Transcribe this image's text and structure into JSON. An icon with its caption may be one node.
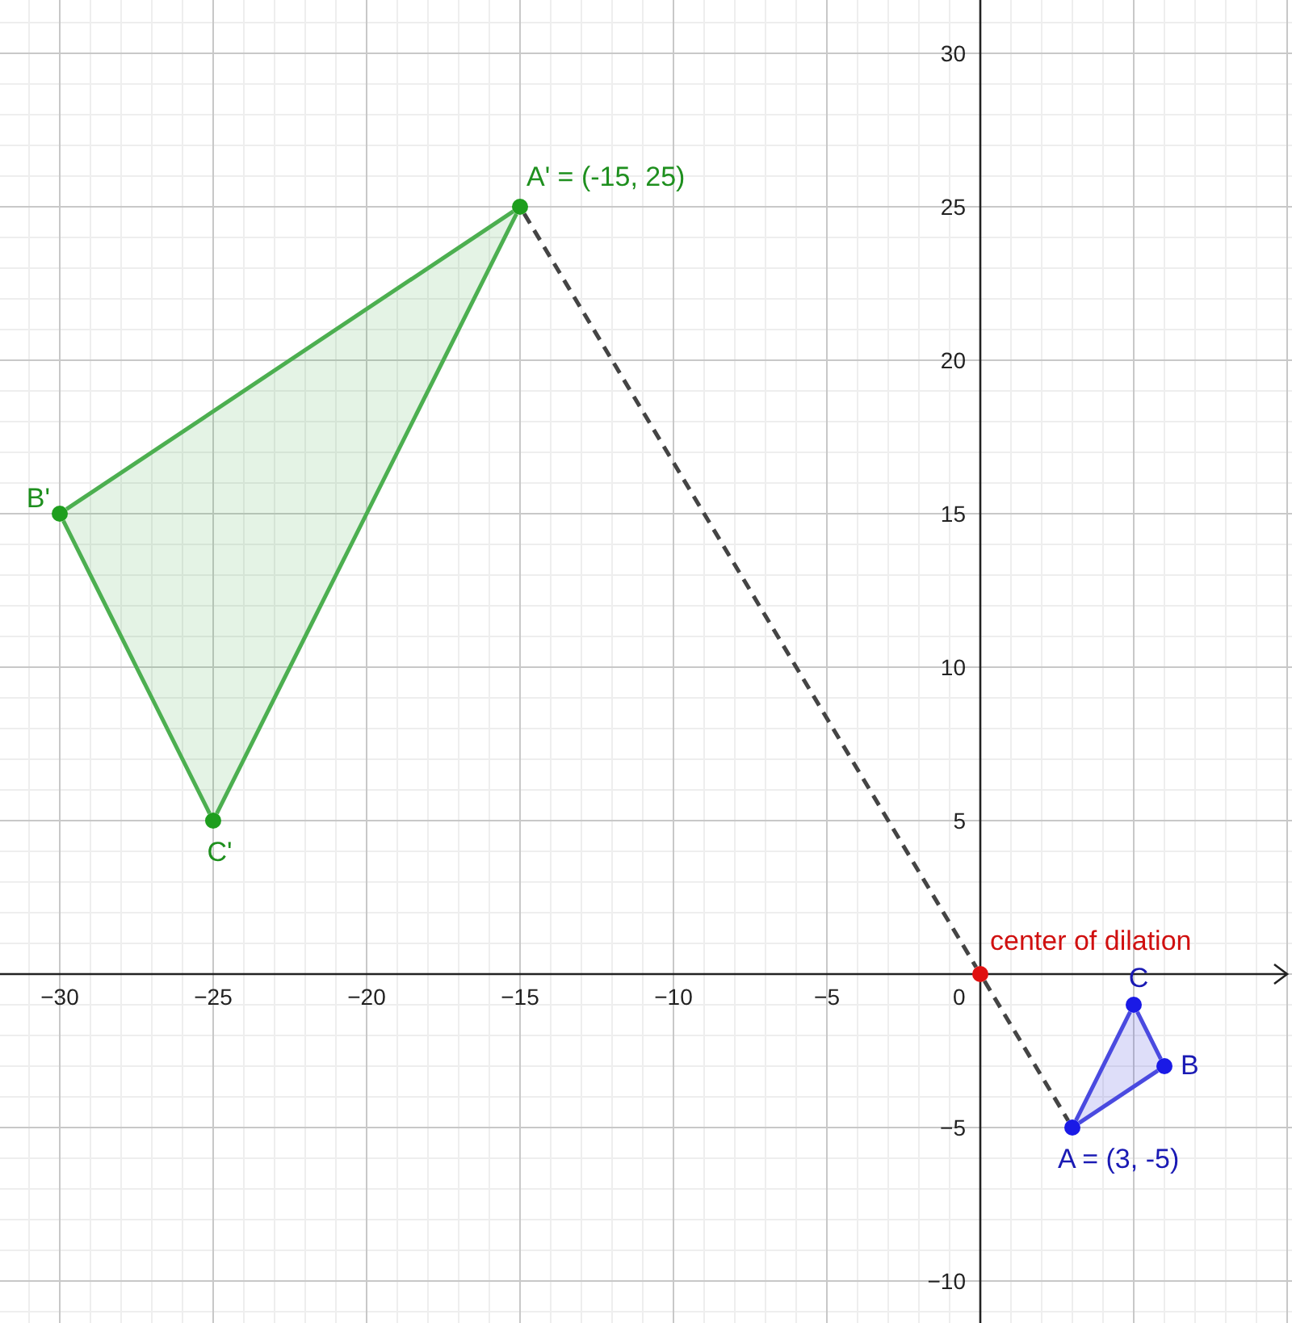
{
  "diagram": {
    "nodes": [
      {
        "text": [],
        "shape": "circle",
        "beside": [
          "A' = (-15, 25)"
        ]
      },
      {
        "text": [],
        "shape": "circle",
        "beside": [
          "B'"
        ]
      },
      {
        "text": [],
        "shape": "circle",
        "beside": [
          "C'"
        ]
      },
      {
        "text": [],
        "shape": "circle",
        "beside": [
          "center of dilation"
        ]
      },
      {
        "text": [],
        "shape": "circle",
        "beside": [
          "C"
        ]
      },
      {
        "text": [],
        "shape": "circle",
        "beside": [
          "B"
        ]
      },
      {
        "text": [],
        "shape": "circle",
        "beside": [
          "A = (3, -5)"
        ]
      }
    ],
    "edges": [
      {
        "from": 0,
        "to": 1,
        "arrow": "none",
        "color": "#4caf50"
      },
      {
        "from": 1,
        "to": 2,
        "arrow": "none",
        "color": "#4caf50"
      },
      {
        "from": 2,
        "to": 0,
        "arrow": "none",
        "color": "#4caf50"
      },
      {
        "from": 0,
        "to": 3,
        "arrow": "none",
        "style": "dashed",
        "color": "#444444"
      },
      {
        "from": 3,
        "to": 6,
        "arrow": "none",
        "style": "dashed",
        "color": "#444444"
      },
      {
        "from": 6,
        "to": 5,
        "arrow": "none",
        "color": "#4a4ae0"
      },
      {
        "from": 5,
        "to": 4,
        "arrow": "none",
        "color": "#4a4ae0"
      },
      {
        "from": 4,
        "to": 6,
        "arrow": "none",
        "color": "#4a4ae0"
      }
    ],
    "labels": [
      "30",
      "25",
      "20",
      "15",
      "10",
      "5",
      "−30",
      "−25",
      "−20",
      "−15",
      "−10",
      "−5",
      "0",
      "−5",
      "−10"
    ]
  }
}
